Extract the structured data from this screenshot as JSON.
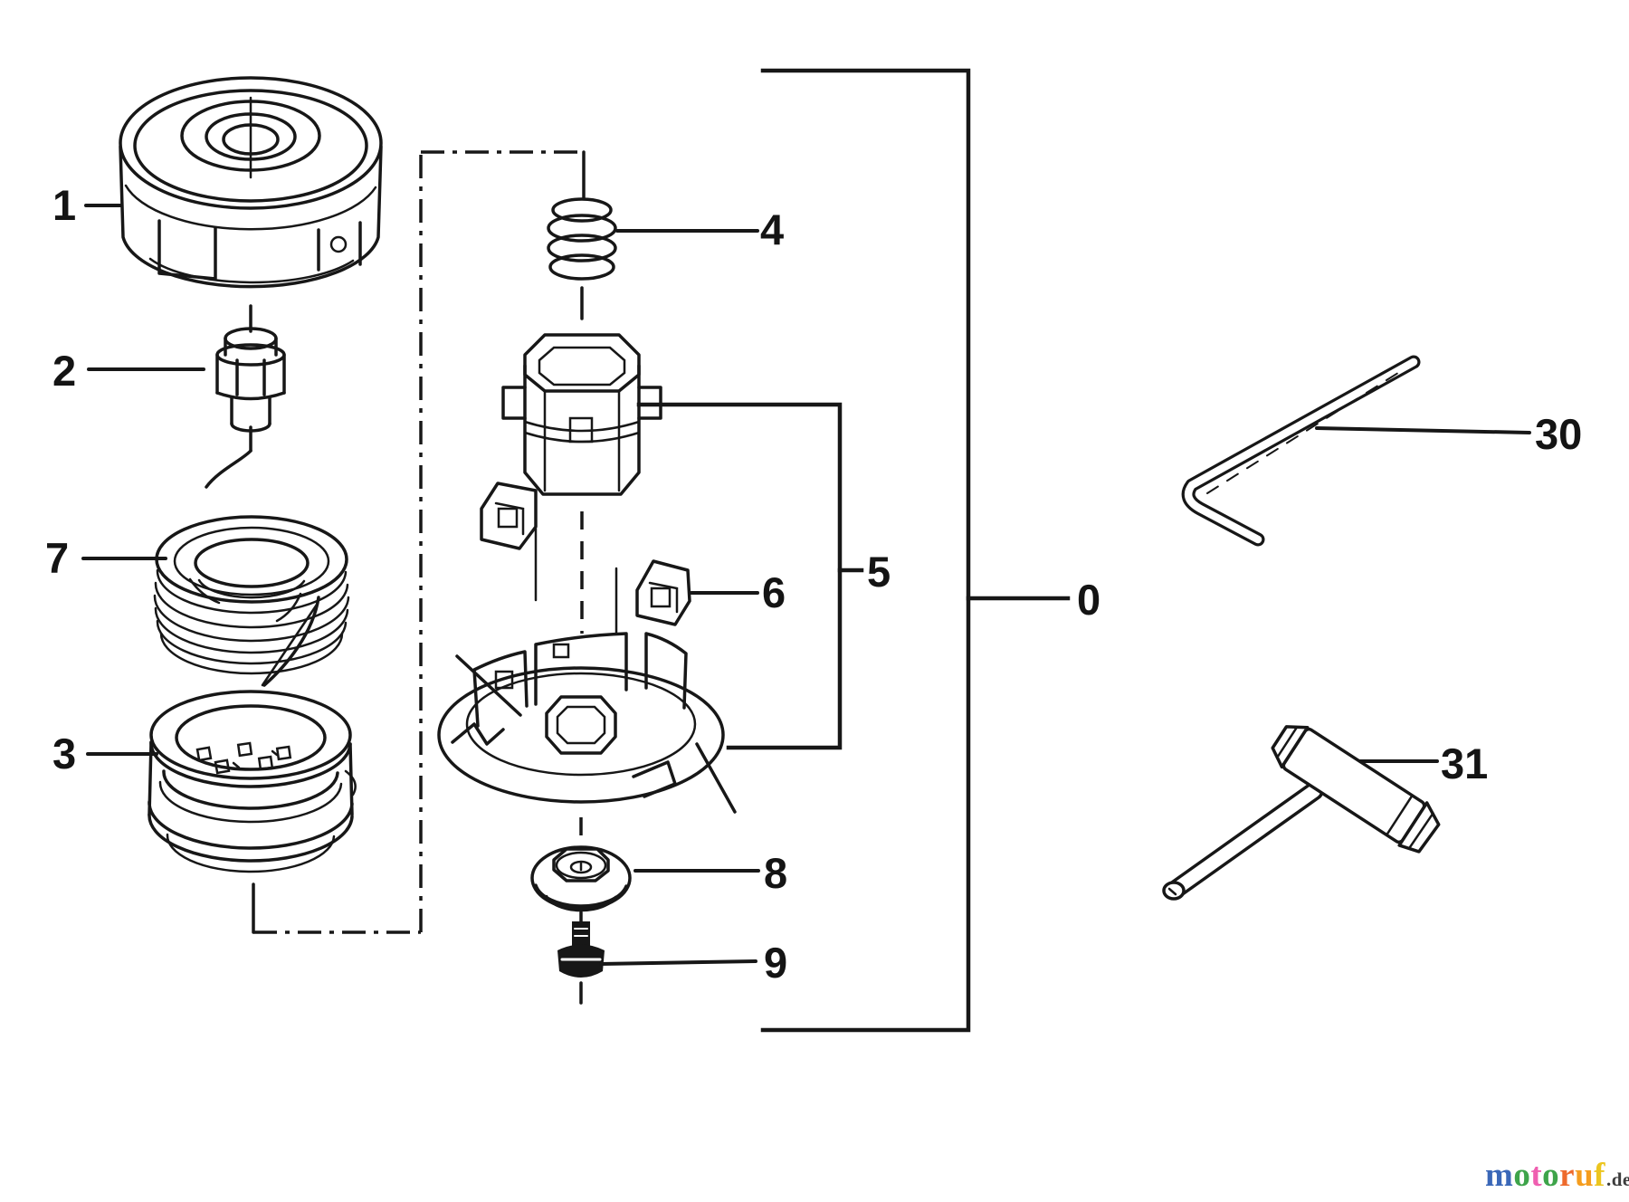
{
  "canvas": {
    "background": "#ffffff",
    "line_color": "#171717"
  },
  "labels": {
    "p0": "0",
    "p1": "1",
    "p2": "2",
    "p3": "3",
    "p4": "4",
    "p5": "5",
    "p6": "6",
    "p7": "7",
    "p8": "8",
    "p9": "9",
    "t30": "30",
    "t31": "31"
  },
  "watermark": {
    "letters": [
      {
        "char": "m",
        "color": "#3a67b8"
      },
      {
        "char": "o",
        "color": "#3ea44a"
      },
      {
        "char": "t",
        "color": "#ef5fb0"
      },
      {
        "char": "o",
        "color": "#3ea44a"
      },
      {
        "char": "r",
        "color": "#ee6a2c"
      },
      {
        "char": "u",
        "color": "#f59d1e"
      },
      {
        "char": "f",
        "color": "#ecc51f"
      }
    ],
    "suffix": ".de",
    "suffix_color": "#3c3c3c"
  }
}
